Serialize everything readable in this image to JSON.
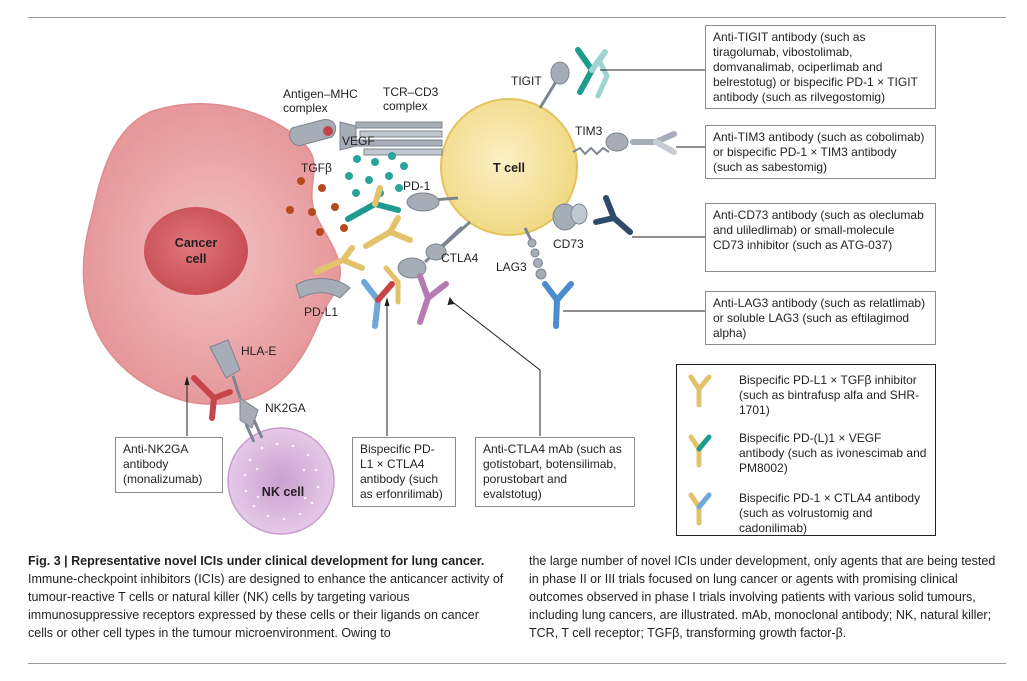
{
  "diagram": {
    "labels": {
      "antigen_mhc": [
        "Antigen–MHC",
        "complex"
      ],
      "tcr_cd3": [
        "TCR–CD3",
        "complex"
      ],
      "vegf": "VEGF",
      "tgfb": "TGFβ",
      "pd1": "PD-1",
      "ctla4": "CTLA4",
      "pdl1": "PD-L1",
      "tigit": "TIGIT",
      "tim3": "TIM3",
      "cd73": "CD73",
      "lag3": "LAG3",
      "hla_e": "HLA-E",
      "nk2ga": "NK2GA"
    },
    "cells": {
      "cancer": [
        "Cancer",
        "cell"
      ],
      "tcell": "T cell",
      "nk": "NK cell"
    },
    "boxes": {
      "tigit": "Anti-TIGIT antibody (such as tiragolumab, vibostolimab, domvanalimab, ociperlimab and belrestotug) or bispecific PD-1 × TIGIT antibody (such as rilvegostomig)",
      "tim3": "Anti-TIM3 antibody (such as cobolimab) or bispecific PD-1 × TIM3 antibody (such as sabestomig)",
      "cd73": "Anti-CD73 antibody (such as oleclumab and uliledlimab) or small-molecule CD73 inhibitor (such as ATG-037)",
      "lag3": "Anti-LAG3 antibody (such as relatlimab) or soluble LAG3 (such as eftilagimod alpha)",
      "nk2ga": "Anti-NK2GA antibody (monalizumab)",
      "pdl1_ctla4": "Bispecific PD-L1 × CTLA4 antibody (such as erfonrilimab)",
      "ctla4": "Anti-CTLA4 mAb (such as gotistobart, botensilimab, porustobart and evalstotug)"
    },
    "legend": [
      {
        "text": "Bispecific PD-L1 × TGFβ inhibitor (such as bintrafusp alfa and SHR-1701)",
        "colors": [
          "#e2c36b",
          "#e2c36b"
        ]
      },
      {
        "text": "Bispecific PD-(L)1 × VEGF antibody (such as ivonescimab and PM8002)",
        "colors": [
          "#e2c36b",
          "#1f9a8e"
        ]
      },
      {
        "text": "Bispecific PD-1 × CTLA4 antibody (such as volrustomig and cadonilimab)",
        "colors": [
          "#e2c36b",
          "#6fa7d8"
        ]
      }
    ]
  },
  "caption": {
    "lead": "Fig. 3 | Representative novel ICIs under clinical development for lung cancer.",
    "left": "Immune-checkpoint inhibitors (ICIs) are designed to enhance the anticancer activity of tumour-reactive T cells or natural killer (NK) cells by targeting various immunosuppressive receptors expressed by these cells or their ligands on cancer cells or other cell types in the tumour microenvironment. Owing to",
    "right": "the large number of novel ICIs under development, only agents that are being tested in phase II or III trials focused on lung cancer or agents with promising clinical outcomes observed in phase I trials involving patients with various solid tumours, including lung cancers, are illustrated. mAb, monoclonal antibody; NK, natural killer; TCR, T cell receptor; TGFβ, transforming growth factor-β."
  },
  "colors": {
    "cancer_outer": "#e8a3a5",
    "cancer_nucleus": "#d05a60",
    "tcell": "#f5e29a",
    "nk_cell": "#d8b2dc",
    "receptor_grey": "#a6adb7",
    "yellow_ab": "#e2c36b",
    "teal_ab": "#1f9a8e",
    "blue_ab": "#6fa7d8",
    "navy_ab": "#2e4a68",
    "red_ab": "#c7454a",
    "purple_ab": "#b77bb4",
    "tgfb_dot": "#b54a1c",
    "vegf_dot": "#2aa39a"
  }
}
